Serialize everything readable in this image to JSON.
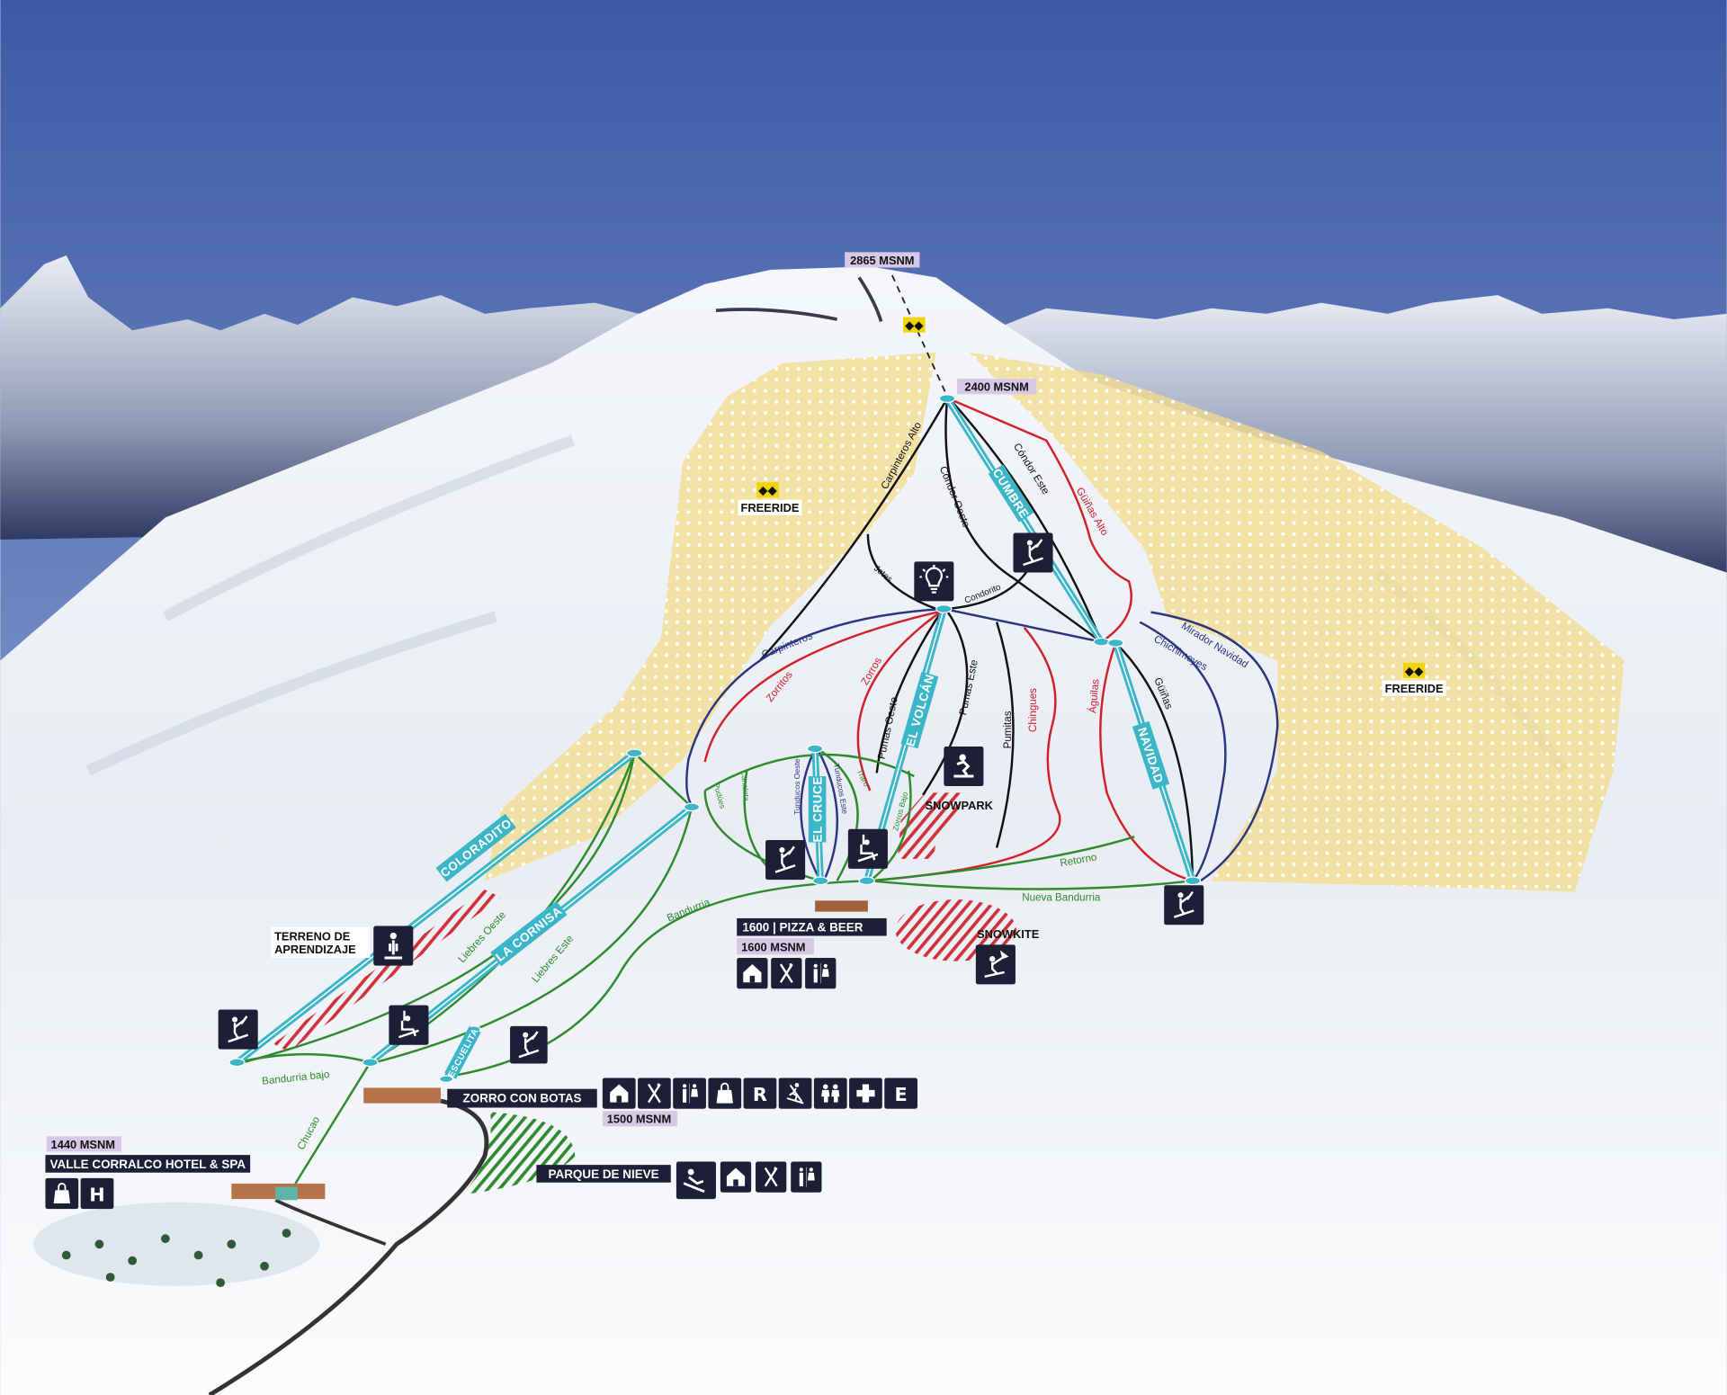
{
  "colors": {
    "sky_top": "#3d5aa6",
    "sky_bottom": "#93a9d6",
    "freeride": "#f3dc8a",
    "lift": "#3bb6c9",
    "icon_bg": "#1c1f36",
    "msnm_bg": "#d7c8e6",
    "easy": "#2e8a2e",
    "intermediate": "#2a3580",
    "advanced": "#c8202a",
    "expert": "#111111",
    "badge_yellow": "#f2d40a"
  },
  "elevations": {
    "summit": "2865 MSNM",
    "top_lift": "2400 MSNM",
    "pizza": "1600 MSNM",
    "zorro": "1500 MSNM",
    "hotel": "1440 MSNM"
  },
  "zones": {
    "freeride_left": "FREERIDE",
    "freeride_right": "FREERIDE",
    "snowpark": "SNOWPARK",
    "snowkite": "SNOWKITE",
    "terreno_1": "TERRENO DE",
    "terreno_2": "APRENDIZAJE"
  },
  "lodges": {
    "pizza": "1600 | PIZZA & BEER",
    "zorro": "ZORRO CON BOTAS",
    "parque": "PARQUE DE NIEVE",
    "hotel": "VALLE CORRALCO HOTEL & SPA"
  },
  "service_letters": {
    "rental": "R",
    "school": "E",
    "hotel": "H"
  },
  "lifts": [
    "CUMBRE",
    "EL VOLCÁN",
    "EL CRUCE",
    "NAVIDAD",
    "COLORADITO",
    "LA CORNISA",
    "ESCUELITA"
  ],
  "trails": {
    "black": [
      "Carpinteros Alto",
      "Cóndor Oeste",
      "Cóndor Este",
      "Jotes",
      "Condorito",
      "Pumas Oeste",
      "Pumas Este",
      "Pumitas",
      "Güiñas"
    ],
    "red": [
      "Güiñas Alto",
      "Zorritos",
      "Zorros",
      "Chingues",
      "Águilas"
    ],
    "blue": [
      "Carpinteros",
      "Chichimoyes",
      "Mirador Navidad",
      "Tunducos Oeste",
      "Tunducos Este"
    ],
    "green": [
      "Pudúes",
      "Canaleta",
      "Traro",
      "Zorros Bajo",
      "Retorno",
      "Nueva Bandurria",
      "Bandurria",
      "Liebres Oeste",
      "Liebres Este",
      "Bandurria bajo",
      "Chucao"
    ]
  }
}
